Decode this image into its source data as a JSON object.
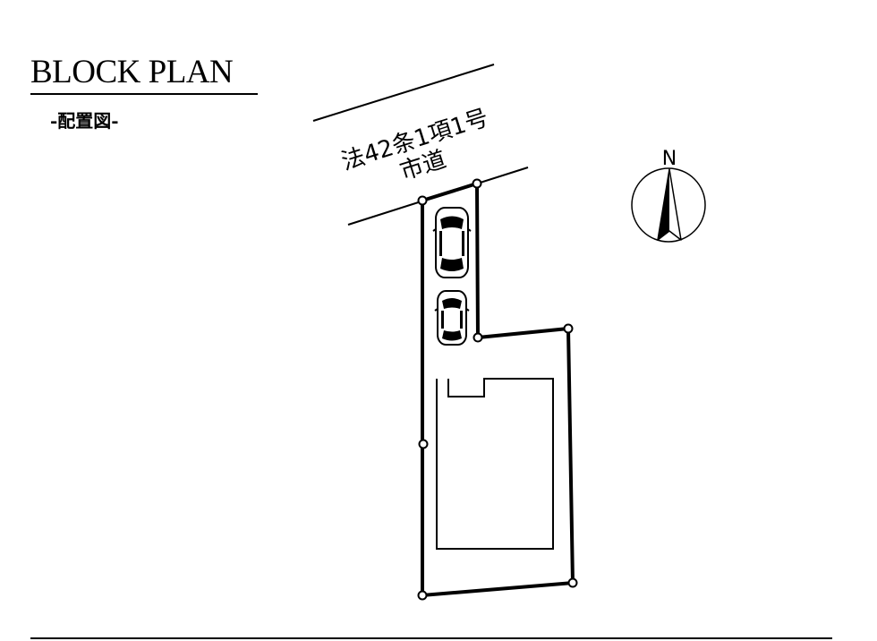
{
  "header": {
    "title": "BLOCK PLAN",
    "subtitle": "-配置図-"
  },
  "road": {
    "line1": "法42条1項1号",
    "line2": "市道"
  },
  "compass": {
    "north_label": "N"
  },
  "parking": {
    "car_count": 2
  }
}
